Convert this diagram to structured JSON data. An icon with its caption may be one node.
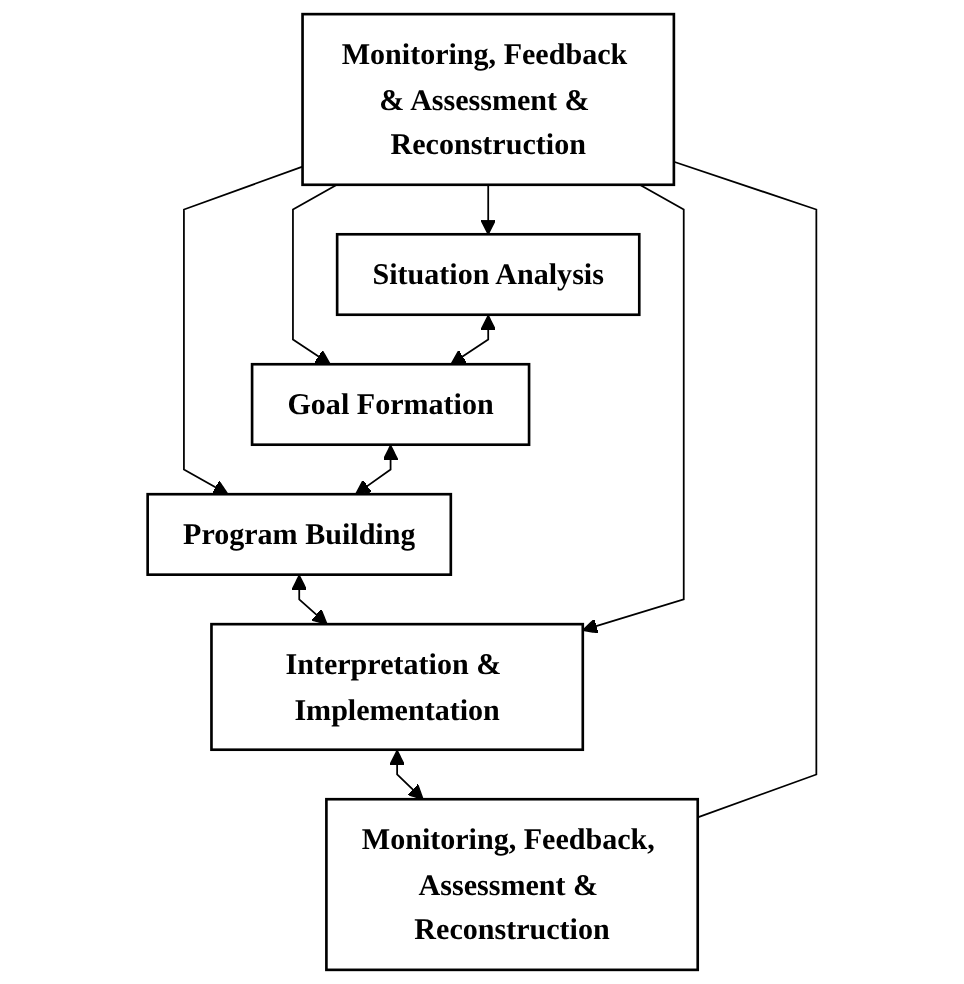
{
  "diagram": {
    "nodes": [
      {
        "text": [
          "Situation Analysis"
        ]
      },
      {
        "text": [
          "Goal Formation"
        ]
      },
      {
        "text": [
          "Monitoring, Feedback & Assessment & Reconstruction"
        ]
      },
      {
        "text": [
          "Program Building"
        ]
      },
      {
        "text": [
          "Interpretation & Implementation"
        ]
      },
      {
        "text": [
          "Monitoring, Feedback, Assessment & Reconstruction"
        ]
      }
    ],
    "edges": [
      {
        "from": 2,
        "to": 0,
        "arrow": "to"
      },
      {
        "from": 2,
        "to": 1,
        "arrow": "to"
      },
      {
        "from": 0,
        "to": 1,
        "arrow": "both"
      },
      {
        "from": 2,
        "to": 3,
        "arrow": "to"
      },
      {
        "from": 1,
        "to": 3,
        "arrow": "both"
      },
      {
        "from": 3,
        "to": 4,
        "arrow": "both"
      },
      {
        "from": 2,
        "to": 4,
        "arrow": "to"
      },
      {
        "from": 4,
        "to": 5,
        "arrow": "both"
      },
      {
        "from": 2,
        "to": 5,
        "arrow": "none"
      }
    ]
  }
}
